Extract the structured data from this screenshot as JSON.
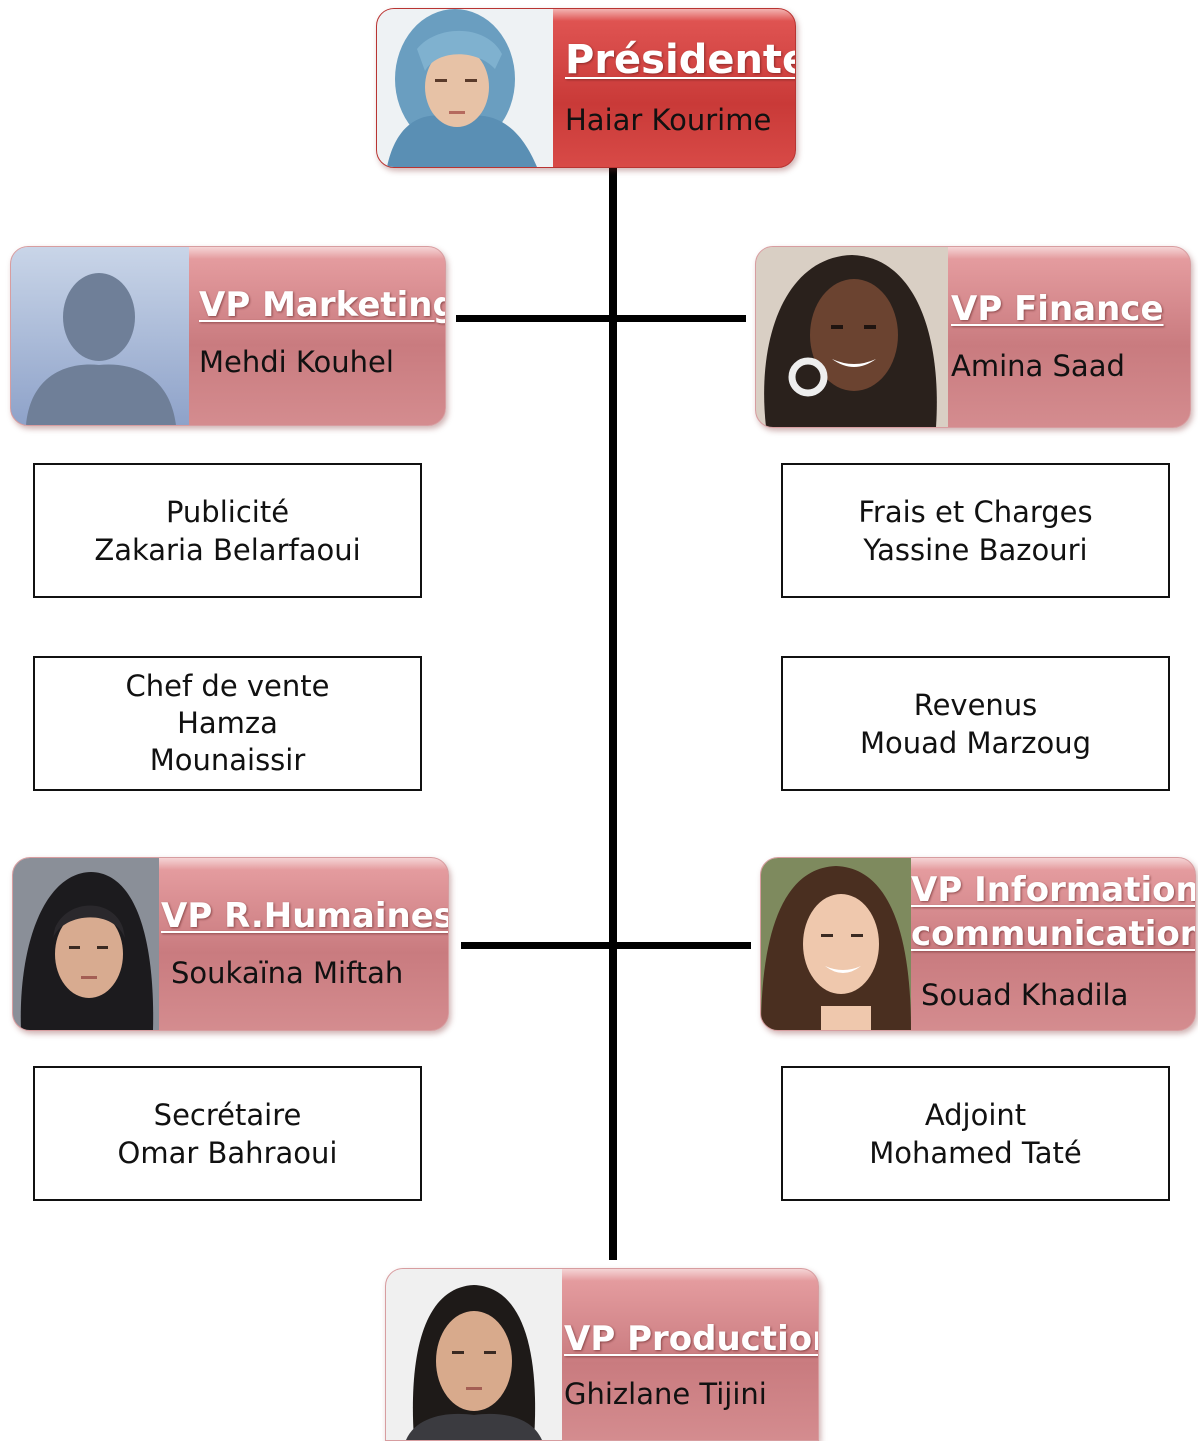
{
  "colors": {
    "president_card": "#d03f3d",
    "vp_card": "#c97b7f",
    "connector": "#000000"
  },
  "president": {
    "role": "Présidente",
    "name": "Haiar Kourime"
  },
  "vps": {
    "marketing": {
      "role": "VP Marketing",
      "name": "Mehdi Kouhel"
    },
    "finance": {
      "role": "VP Finance",
      "name": "Amina Saad"
    },
    "rh": {
      "role": "VP R.Humaines",
      "name": "Soukaïna Miftah"
    },
    "info": {
      "role_line1": "VP Information",
      "role_line2": "communication",
      "name": "Souad Khadila"
    },
    "production": {
      "role": "VP Production",
      "name": "Ghizlane Tijini"
    }
  },
  "subs": {
    "publicite": {
      "title": "Publicité",
      "name": "Zakaria Belarfaoui"
    },
    "vente": {
      "title": "Chef de vente",
      "name_line1": "Hamza",
      "name_line2": "Mounaissir"
    },
    "frais": {
      "title": "Frais et Charges",
      "name": "Yassine Bazouri"
    },
    "revenus": {
      "title": "Revenus",
      "name": "Mouad Marzoug"
    },
    "secretaire": {
      "title": "Secrétaire",
      "name": "Omar Bahraoui"
    },
    "adjoint": {
      "title": "Adjoint",
      "name": "Mohamed Taté"
    }
  }
}
